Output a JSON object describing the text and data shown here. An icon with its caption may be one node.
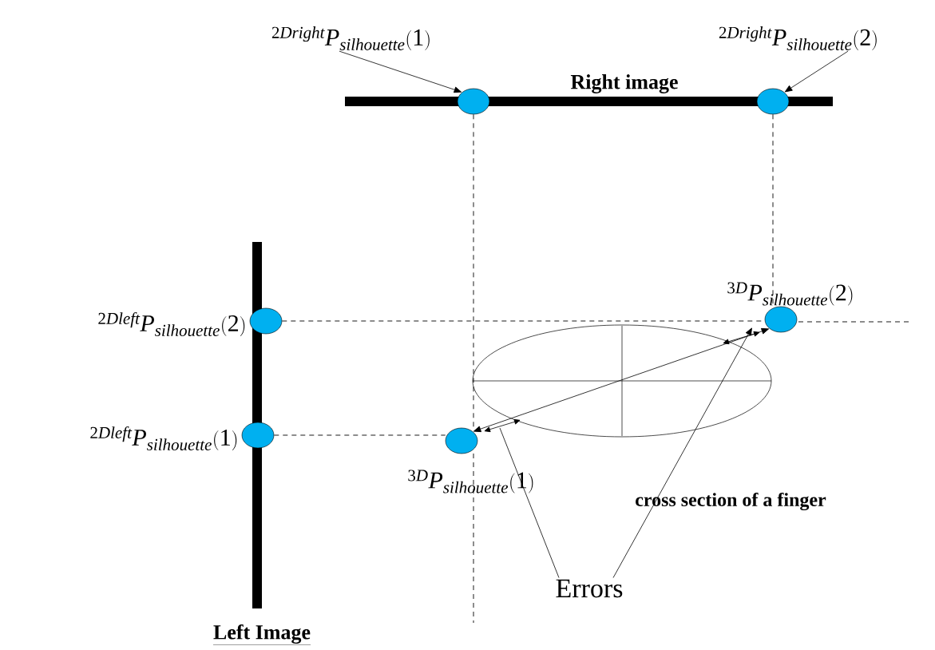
{
  "diagram": {
    "nodes": [
      {
        "text": [
          "{}^{2Dright}P_{silhouette}(1)"
        ]
      },
      {
        "text": [
          "{}^{2Dright}P_{silhouette}(2)"
        ]
      },
      {
        "text": [],
        "shape": "circle"
      },
      {
        "text": [],
        "shape": "circle"
      },
      {
        "text": [],
        "shape": "circle",
        "beside": [
          "{}^{2Dleft}P_{silhouette}(2)"
        ]
      },
      {
        "text": [],
        "shape": "circle",
        "beside": [
          "{}^{2Dleft}P_{silhouette}(1)"
        ]
      },
      {
        "text": [],
        "shape": "circle",
        "beside": [
          "{}^{3D}P_{silhouette}(2)"
        ]
      },
      {
        "text": [],
        "shape": "circle",
        "beside": [
          "{}^{3D}P_{silhouette}(1)"
        ]
      },
      {
        "text": [
          "Errors"
        ]
      }
    ],
    "edges": [
      {
        "from": 0,
        "to": 2,
        "arrow": "to"
      },
      {
        "from": 1,
        "to": 3,
        "arrow": "to"
      },
      {
        "from": 2,
        "to": 7,
        "arrow": "none",
        "style": "dashed"
      },
      {
        "from": 3,
        "to": 6,
        "arrow": "none",
        "style": "dashed"
      },
      {
        "from": 4,
        "to": 6,
        "arrow": "none",
        "style": "dashed"
      },
      {
        "from": 5,
        "to": 7,
        "arrow": "none",
        "style": "dashed"
      },
      {
        "from": 7,
        "to": 6,
        "arrow": "both"
      },
      {
        "from": 8,
        "to": null,
        "arrow": "none"
      },
      {
        "from": 8,
        "to": null,
        "arrow": "to"
      }
    ],
    "labels": [
      "Right image",
      "cross section of a finger",
      "Left Image"
    ]
  }
}
